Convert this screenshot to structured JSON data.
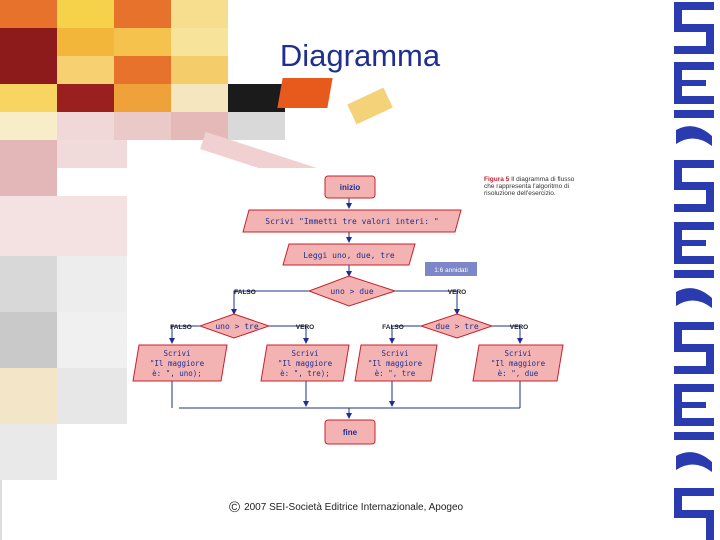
{
  "slide": {
    "title": "Diagramma",
    "footer_symbol": "©",
    "footer_text": "2007 SEI-Società Editrice Internazionale, Apogeo",
    "logo_text": "SEI SEI SEI",
    "colors": {
      "title": "#1f2f8f",
      "flow_box_fill": "#f4b3b3",
      "flow_box_stroke": "#c8202a",
      "connector": "#1f2f8f",
      "logo": "#2a3bb0"
    }
  },
  "figure": {
    "caption_fig": "Figura 5",
    "caption_text": "Il diagramma di flusso che rappresenta l'algoritmo di risoluzione dell'esercizio.",
    "note_tag": "1:6 annidati",
    "start": "inizio",
    "end": "fine",
    "input_prompt": "Scrivi \"Immetti tre valori interi: \"",
    "read": "Leggi uno, due, tre",
    "cond_main": "uno > due",
    "cond_left": "uno > tre",
    "cond_right": "due > tre",
    "label_false": "FALSO",
    "label_true": "VERO",
    "outputs": [
      {
        "line1": "Scrivi",
        "line2": "\"Il maggiore",
        "line3": "è: \", uno);"
      },
      {
        "line1": "Scrivi",
        "line2": "\"Il maggiore",
        "line3": "è: \", tre);"
      },
      {
        "line1": "Scrivi",
        "line2": "\"Il maggiore",
        "line3": "è: \", tre"
      },
      {
        "line1": "Scrivi",
        "line2": "\"Il maggiore",
        "line3": "è: \", due"
      }
    ]
  }
}
